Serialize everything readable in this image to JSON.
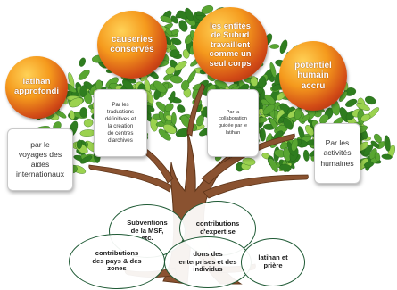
{
  "fruits": [
    {
      "key": "f1",
      "text": "latihan\napprofondi"
    },
    {
      "key": "f2",
      "text": "causeries\nconservés"
    },
    {
      "key": "f3",
      "text": "les entités\nde Subud\ntravaillent\ncomme un\nseul corps"
    },
    {
      "key": "f4",
      "text": "potentiel\nhumain\naccru"
    }
  ],
  "cards": [
    {
      "key": "c1",
      "text": "par le\nvoyages des\naides\ninternationaux"
    },
    {
      "key": "c2",
      "text": "Par les\ntraductions\ndéfinitives et\nla création\nde centres\nd'archives"
    },
    {
      "key": "c3",
      "text": "Par la\ncollaboration\nguidée par le\nlatihan"
    },
    {
      "key": "c4",
      "text": "Par les\nactivités\nhumaines"
    }
  ],
  "roots": [
    {
      "key": "r1",
      "text": "Subventions\nde la MSF,\netc."
    },
    {
      "key": "r2",
      "text": "contributions\nd'expertise"
    },
    {
      "key": "r3",
      "text": "contributions\ndes pays & des\nzones"
    },
    {
      "key": "r4",
      "text": "dons des\nenterprises et des\nindividus"
    },
    {
      "key": "r5",
      "text": "latihan et\nprière"
    }
  ],
  "colors": {
    "leaf_dark": "#2f7d1f",
    "leaf_mid": "#58a531",
    "leaf_light": "#9bd24f",
    "trunk": "#8a5230",
    "trunk_dark": "#5e3519",
    "fruit_orange": "#f59a1d",
    "root_border": "#1f5a35"
  }
}
